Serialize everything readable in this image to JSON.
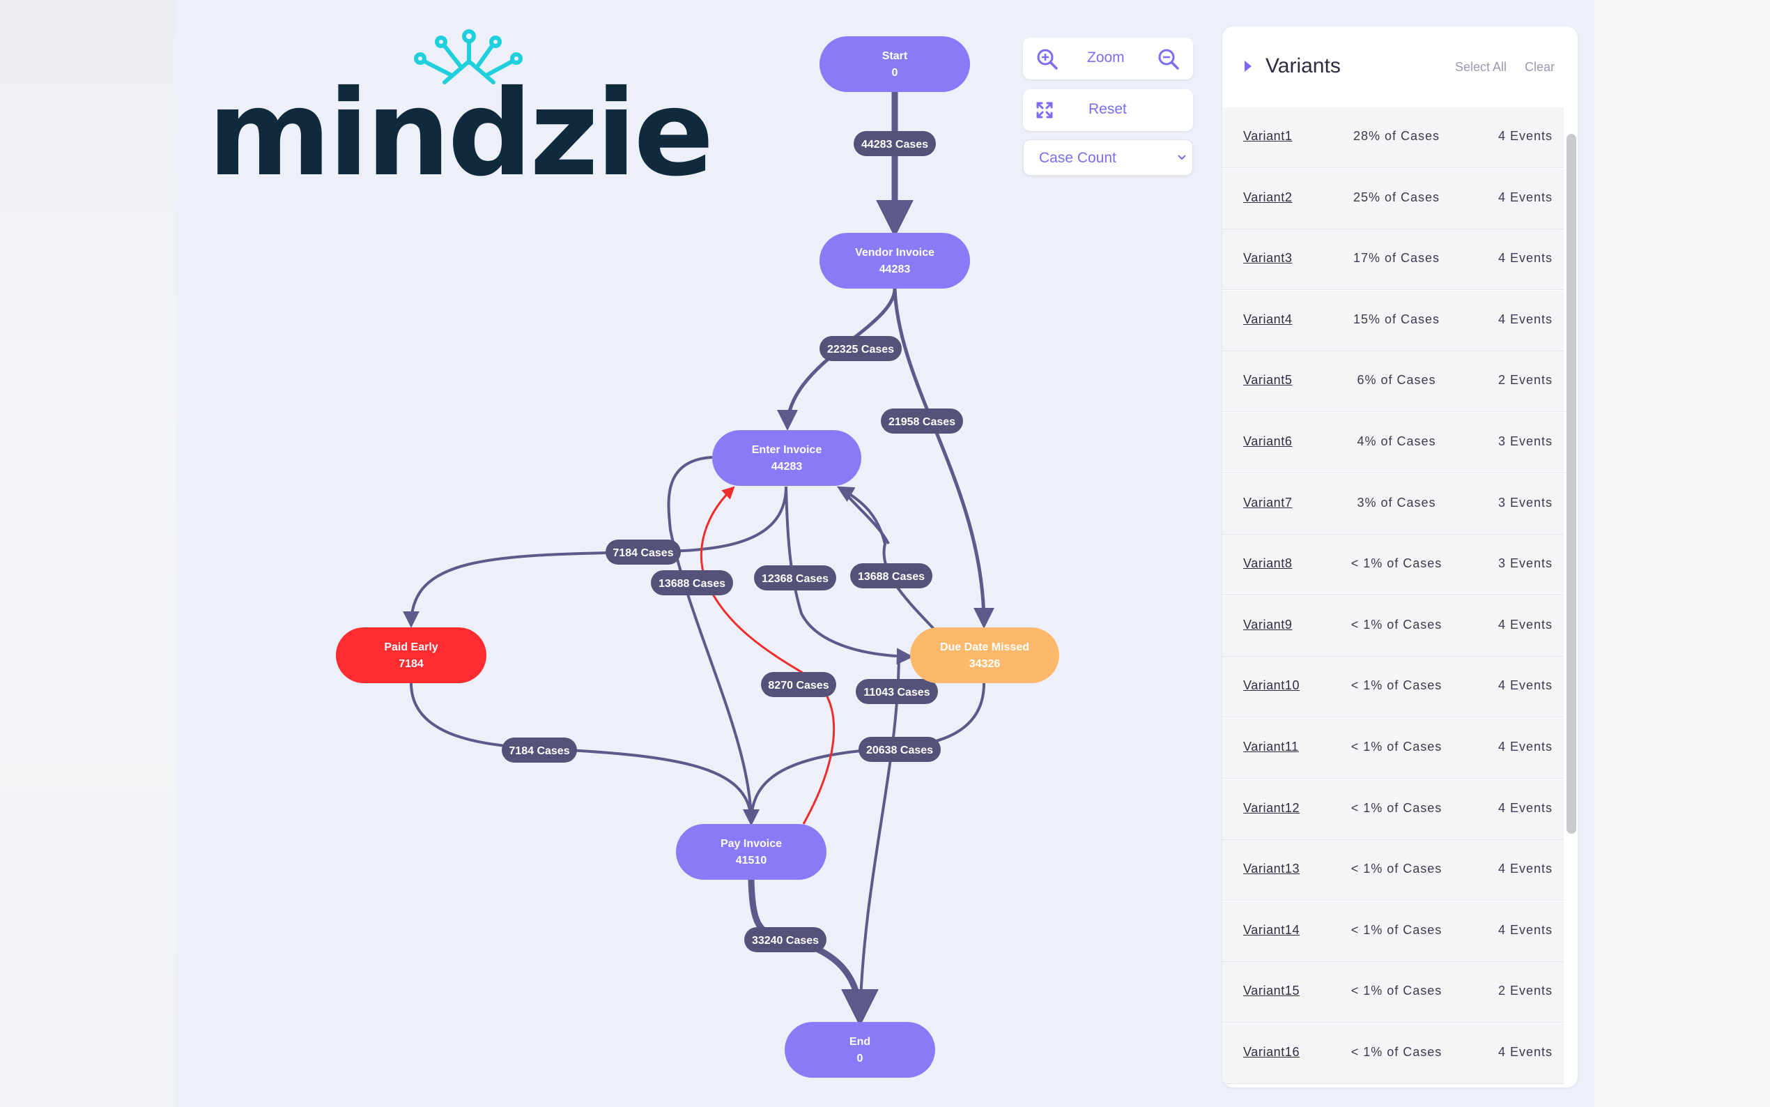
{
  "logo": {
    "text": "mindzie"
  },
  "controls": {
    "zoom_label": "Zoom",
    "reset_label": "Reset",
    "metric_select": "Case Count"
  },
  "colors": {
    "node_purple": "#8a7af8",
    "paid_early": "#fc2c30",
    "due_date_missed": "#fdb86b",
    "edge": "#5b5a8a",
    "rework_edge": "#ef2b2b",
    "accent": "#7b6cf6"
  },
  "nodes": {
    "start": {
      "name": "Start",
      "count": "0"
    },
    "vendor_invoice": {
      "name": "Vendor Invoice",
      "count": "44283"
    },
    "enter_invoice": {
      "name": "Enter Invoice",
      "count": "44283"
    },
    "paid_early": {
      "name": "Paid Early",
      "count": "7184"
    },
    "due_date_missed": {
      "name": "Due Date Missed",
      "count": "34326"
    },
    "pay_invoice": {
      "name": "Pay Invoice",
      "count": "41510"
    },
    "end": {
      "name": "End",
      "count": "0"
    }
  },
  "edges": {
    "start_vendor": "44283 Cases",
    "vendor_enter": "22325 Cases",
    "vendor_due": "21958 Cases",
    "enter_paid": "7184 Cases",
    "enter_pay": "13688 Cases",
    "enter_due": "12368 Cases",
    "due_enter": "13688 Cases",
    "pay_enter": "8270 Cases",
    "due_end": "11043 Cases",
    "paid_pay": "7184 Cases",
    "due_pay": "20638 Cases",
    "pay_end": "33240 Cases"
  },
  "variants": {
    "title": "Variants",
    "select_all": "Select All",
    "clear": "Clear",
    "rows": [
      {
        "name": "Variant1",
        "pct": "28% of Cases",
        "events": "4 Events"
      },
      {
        "name": "Variant2",
        "pct": "25% of Cases",
        "events": "4 Events"
      },
      {
        "name": "Variant3",
        "pct": "17% of Cases",
        "events": "4 Events"
      },
      {
        "name": "Variant4",
        "pct": "15% of Cases",
        "events": "4 Events"
      },
      {
        "name": "Variant5",
        "pct": "6% of Cases",
        "events": "2 Events"
      },
      {
        "name": "Variant6",
        "pct": "4% of Cases",
        "events": "3 Events"
      },
      {
        "name": "Variant7",
        "pct": "3% of Cases",
        "events": "3 Events"
      },
      {
        "name": "Variant8",
        "pct": "< 1% of Cases",
        "events": "3 Events"
      },
      {
        "name": "Variant9",
        "pct": "< 1% of Cases",
        "events": "4 Events"
      },
      {
        "name": "Variant10",
        "pct": "< 1% of Cases",
        "events": "4 Events"
      },
      {
        "name": "Variant11",
        "pct": "< 1% of Cases",
        "events": "4 Events"
      },
      {
        "name": "Variant12",
        "pct": "< 1% of Cases",
        "events": "4 Events"
      },
      {
        "name": "Variant13",
        "pct": "< 1% of Cases",
        "events": "4 Events"
      },
      {
        "name": "Variant14",
        "pct": "< 1% of Cases",
        "events": "4 Events"
      },
      {
        "name": "Variant15",
        "pct": "< 1% of Cases",
        "events": "2 Events"
      },
      {
        "name": "Variant16",
        "pct": "< 1% of Cases",
        "events": "4 Events"
      }
    ]
  }
}
